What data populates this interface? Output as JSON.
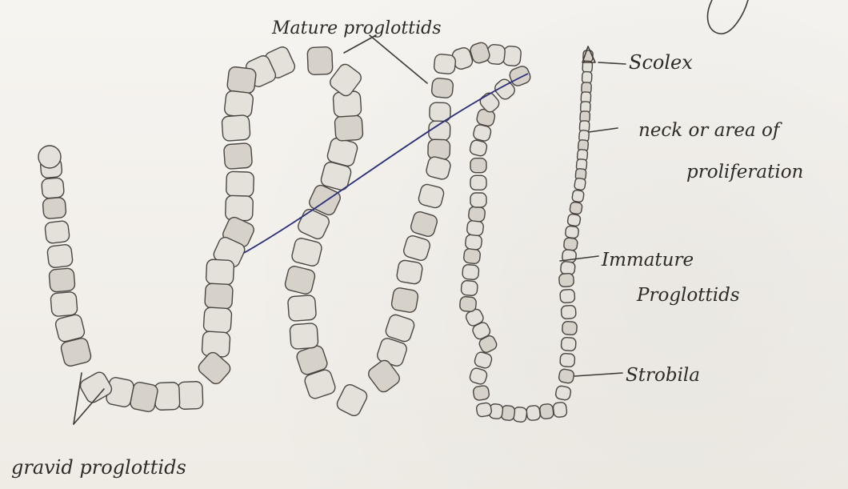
{
  "labels": {
    "mature": "Mature proglottids",
    "scolex": "Scolex",
    "neck_line1": "neck or area of",
    "neck_line2": "proliferation",
    "immature_line1": "Immature",
    "immature_line2": "Proglottids",
    "strobila": "Strobila",
    "gravid": "gravid proglottids"
  },
  "colors": {
    "pencil": "#3e3a36",
    "segment_fill": "#e4e1da",
    "ink_line": "#2b2f7a",
    "paper": "#f4f2ee"
  }
}
